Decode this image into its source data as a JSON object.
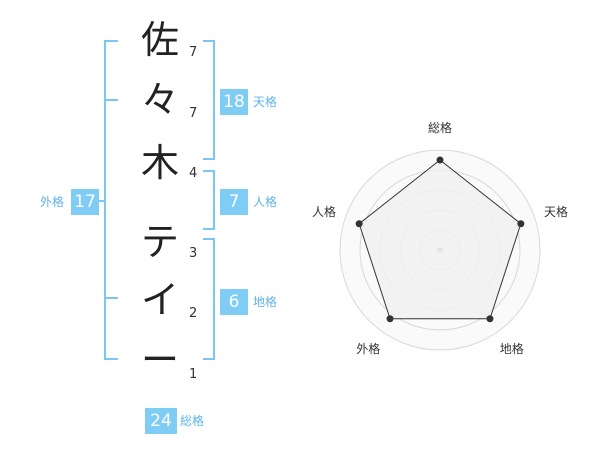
{
  "name_chars": [
    {
      "char": "佐",
      "strokes": "7"
    },
    {
      "char": "々",
      "strokes": "7"
    },
    {
      "char": "木",
      "strokes": "4"
    },
    {
      "char": "テ",
      "strokes": "3"
    },
    {
      "char": "イ",
      "strokes": "2"
    },
    {
      "char": "ー",
      "strokes": "1"
    }
  ],
  "fortune": {
    "tenkaku": {
      "value": "18",
      "label": "天格"
    },
    "jinkaku": {
      "value": "7",
      "label": "人格"
    },
    "chikaku": {
      "value": "6",
      "label": "地格"
    },
    "gaikaku": {
      "value": "17",
      "label": "外格"
    },
    "soukaku": {
      "value": "24",
      "label": "総格"
    }
  },
  "radar": {
    "axes": [
      "総格",
      "天格",
      "地格",
      "外格",
      "人格"
    ],
    "levels": 5,
    "values": [
      0.9,
      0.85,
      0.85,
      0.85,
      0.85
    ],
    "colors": {
      "fill": "#f0f0f0",
      "line": "#333333",
      "point": "#333333",
      "grid": "#d9d9d9",
      "center": "#bbbbbb"
    }
  },
  "colors": {
    "accent": "#7fcdf5",
    "accent_text": "#5fb4e6"
  }
}
